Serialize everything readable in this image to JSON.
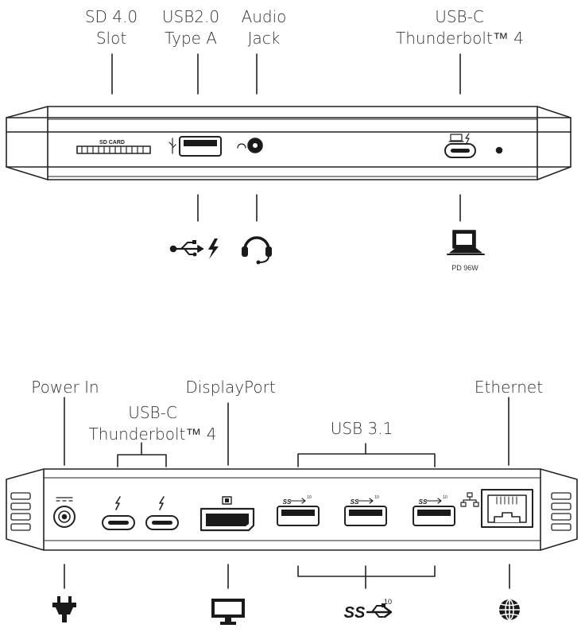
{
  "front": {
    "labels": {
      "sd_line1": "SD 4.0",
      "sd_line2": "Slot",
      "usb2_line1": "USB2.0",
      "usb2_line2": "Type A",
      "audio_line1": "Audio",
      "audio_line2": "Jack",
      "tb_line1": "USB-C",
      "tb_line2": "Thunderbolt™ 4"
    },
    "sd_card_text": "SD CARD",
    "pd_text": "PD 96W"
  },
  "rear": {
    "labels": {
      "power": "Power In",
      "displayport": "DisplayPort",
      "ethernet": "Ethernet",
      "tb_line1": "USB-C",
      "tb_line2": "Thunderbolt™ 4",
      "usb31": "USB 3.1"
    },
    "ss_text": "SS",
    "ss_speed": "10"
  },
  "colors": {
    "line": "#222222",
    "body_fill": "#ffffff",
    "port_fill": "#1a1a1a"
  },
  "icons": [
    "usb-bolt-icon",
    "headset-icon",
    "laptop-charge-icon",
    "power-plug-icon",
    "monitor-icon",
    "superspeed-usb-icon",
    "globe-icon"
  ]
}
